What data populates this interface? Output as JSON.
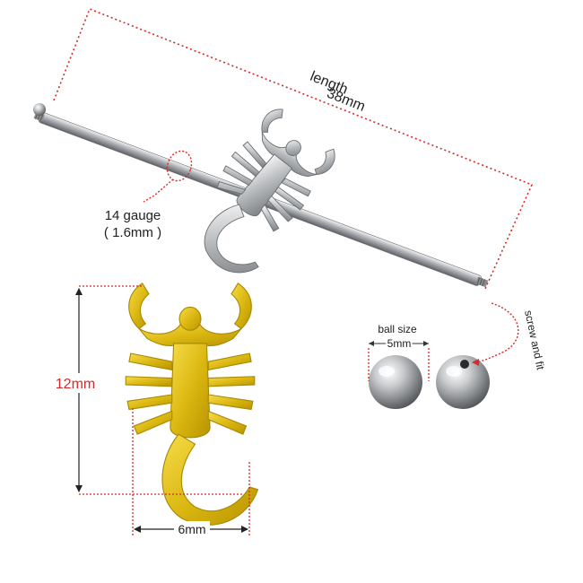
{
  "barbell": {
    "length_label": "length",
    "length_value": "38mm",
    "gauge_label": "14 gauge",
    "gauge_value": "( 1.6mm )"
  },
  "balls": {
    "size_label": "ball size",
    "size_value": "5mm",
    "screw_label": "screw and fit"
  },
  "charm": {
    "height_value": "12mm",
    "width_value": "6mm"
  },
  "colors": {
    "dimension_line": "#d62a2a",
    "metal": "#b9bcc0",
    "gold": "#e5c21a"
  }
}
